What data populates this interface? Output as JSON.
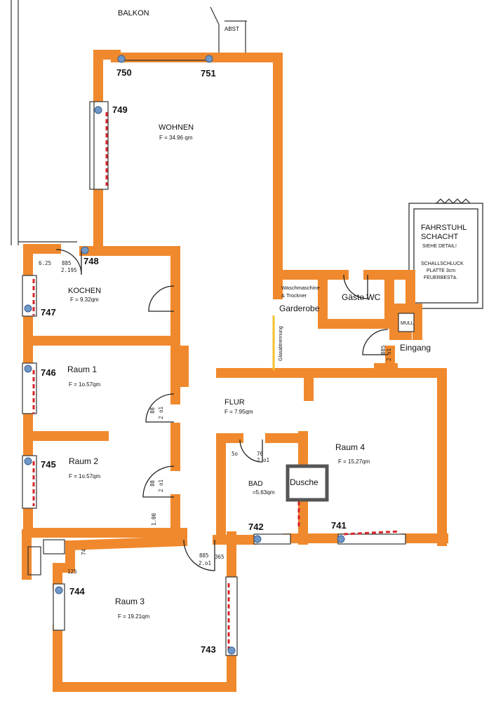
{
  "labels": {
    "balkon": "BALKON",
    "abst": "ABST",
    "wohnen": "WOHNEN",
    "wohnen_area": "F = 34.96 qm",
    "kochen": "KOCHEN",
    "kochen_area": "F = 9.32qm",
    "raum1": "Raum 1",
    "raum1_area": "F = 1o.57qm",
    "raum2": "Raum 2",
    "raum2_area": "F = 1o.57qm",
    "raum3": "Raum 3",
    "raum3_area": "F = 19.21qm",
    "raum4": "Raum 4",
    "raum4_area": "F = 15,27qm",
    "flur": "FLUR",
    "flur_area": "F = 7.95qm",
    "bad": "BAD",
    "bad_area": "=5.63qm",
    "dusche": "Dusche",
    "gaeste_wc": "Gäste WC",
    "garderobe": "Garderobe",
    "waschmaschine": "Waschmaschine",
    "trockner": "& Trockner",
    "glasabtrennung": "Glasabtrennung",
    "eingang": "Eingang",
    "muell": "MULL",
    "fahrstuhl_1": "FAHRSTUHL",
    "fahrstuhl_2": "SCHACHT",
    "fahrstuhl_3": "SIEHE DETAIL!",
    "schall_1": "SCHALLSCHLUCK",
    "schall_2": "PLATTE 3cm",
    "schall_3": "FEUERBESTä."
  },
  "dimensions": {
    "d625": "6.25",
    "d885a": "885",
    "d2195": "2.195",
    "d88a": "88",
    "d201a": "2 o1",
    "d88b": "88",
    "d201b": "2 o1",
    "d100": "1.00",
    "d885b": "885",
    "d201c": "2.o1",
    "d365": "365",
    "d74": "74",
    "d125": "125",
    "d50": "5o",
    "d76": "76",
    "d201d": "2 o1",
    "d885c": "885",
    "d201e": "2 o1"
  },
  "sensors": [
    "750",
    "751",
    "749",
    "748",
    "747",
    "746",
    "745",
    "744",
    "743",
    "742",
    "741"
  ],
  "colors": {
    "wall": "#f0892d",
    "line": "#222222",
    "heater": "#d8252a",
    "glass": "#f2c230",
    "sensor": "#6f97c7",
    "shower": "#555555"
  }
}
